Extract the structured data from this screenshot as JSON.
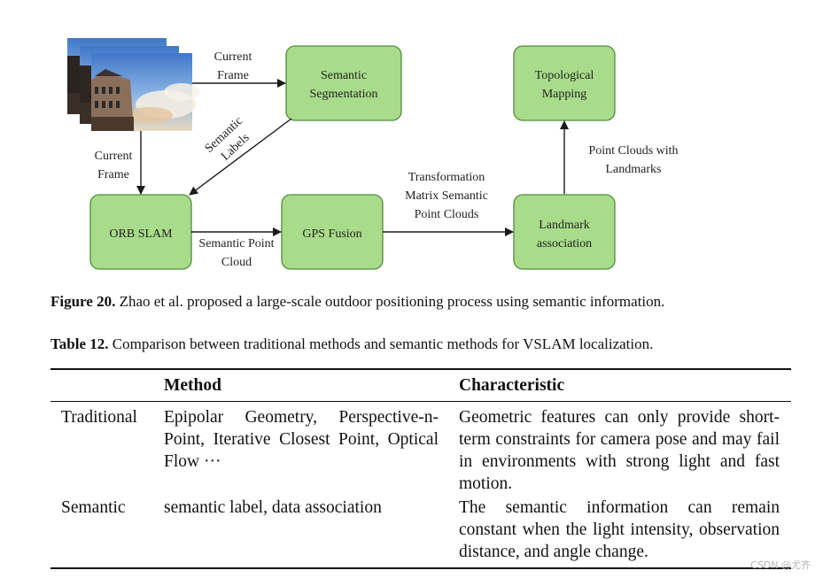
{
  "figure": {
    "nodes": {
      "semantic_segmentation": [
        "Semantic",
        "Segmentation"
      ],
      "topological_mapping": [
        "Topological",
        "Mapping"
      ],
      "orb_slam": [
        "ORB SLAM"
      ],
      "gps_fusion": [
        "GPS Fusion"
      ],
      "landmark_association": [
        "Landmark",
        "association"
      ]
    },
    "edge_labels": {
      "current_frame_top": [
        "Current",
        "Frame"
      ],
      "semantic_labels": [
        "Semantic",
        "Labels"
      ],
      "current_frame_left": [
        "Current",
        "Frame"
      ],
      "semantic_point_cloud": [
        "Semantic Point",
        "Cloud"
      ],
      "transformation_matrix": [
        "Transformation",
        "Matrix Semantic",
        "Point Clouds"
      ],
      "point_clouds_landmarks": [
        "Point Clouds with",
        "Landmarks"
      ]
    },
    "caption_label": "Figure 20.",
    "caption_text": " Zhao et al. proposed a large-scale outdoor positioning process using semantic information."
  },
  "table": {
    "caption_label": "Table 12.",
    "caption_text": " Comparison between traditional methods and semantic methods for VSLAM localization.",
    "headers": [
      "",
      "Method",
      "Characteristic"
    ],
    "rows": [
      {
        "category": "Traditional",
        "method": "Epipolar Geometry, Perspective-n-Point, Iterative Closest Point, Optical Flow ···",
        "characteristic": "Geometric features can only provide short-term constraints for camera pose and may fail in environments with strong light and fast motion."
      },
      {
        "category": "Semantic",
        "method": "semantic label, data association",
        "characteristic": "The semantic information can remain constant when the light intensity, observation distance, and angle change."
      }
    ]
  },
  "watermark": "CSDN @尤齐"
}
